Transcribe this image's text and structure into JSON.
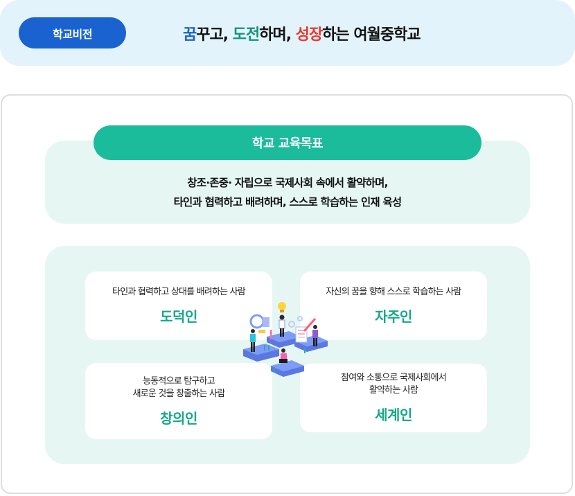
{
  "vision": {
    "badge_label": "학교비전",
    "slogan_parts": [
      {
        "text": "꿈",
        "color": "#1a62d0"
      },
      {
        "text": "꾸고, ",
        "color": "#111111"
      },
      {
        "text": "도전",
        "color": "#12937a"
      },
      {
        "text": "하며, ",
        "color": "#111111"
      },
      {
        "text": "성장",
        "color": "#e8392b"
      },
      {
        "text": "하는 여월중학교",
        "color": "#111111"
      }
    ]
  },
  "goal": {
    "title": "학교 교육목표",
    "line1": "창조·존중· 자립으로 국제사회 속에서 활약하며,",
    "line2": "타인과 협력하고 배려하며, 스스로 학습하는 인재 육성"
  },
  "people": [
    {
      "desc_lines": [
        "타인과 협력하고 상대를 배려하는 사람"
      ],
      "name": "도덕인"
    },
    {
      "desc_lines": [
        "자신의 꿈을 향해 스스로 학습하는 사람"
      ],
      "name": "자주인"
    },
    {
      "desc_lines": [
        "능동적으로 탐구하고",
        "새로운 것을 창출하는 사람"
      ],
      "name": "창의인"
    },
    {
      "desc_lines": [
        "참여와 소통으로 국제사회에서",
        "활약하는 사람"
      ],
      "name": "세계인"
    }
  ],
  "illustration": {
    "icon": "teamwork-puzzle-illustration"
  },
  "colors": {
    "vision_bg": "#e3f3fc",
    "badge_blue": "#1a62d0",
    "goal_pill": "#1abc9c",
    "mint_bg": "#e6f7f3",
    "name_green": "#13a888"
  }
}
